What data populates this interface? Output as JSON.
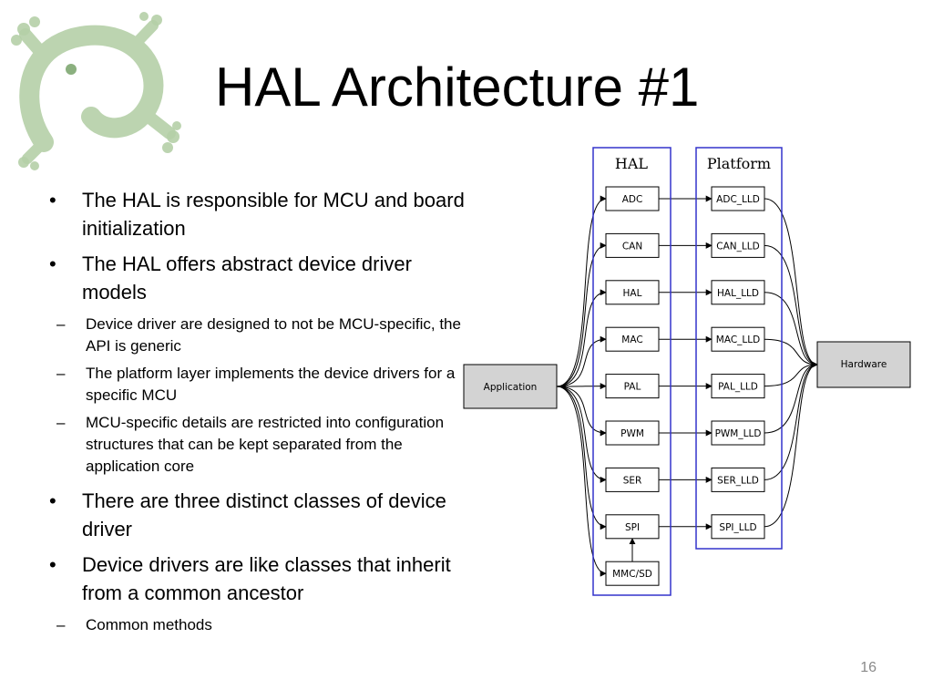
{
  "slide": {
    "title": "HAL Architecture #1",
    "page_number": "16"
  },
  "bullets": {
    "b1": "The HAL is responsible for MCU and board initialization",
    "b2": "The HAL offers abstract device driver models",
    "b2_subs": [
      "Device driver are designed to not be MCU-specific, the API is generic",
      "The platform layer implements the device drivers for a specific MCU",
      "MCU-specific details are restricted into configuration structures that can be kept separated from the application core"
    ],
    "b3": "There are three distinct classes of device driver",
    "b4": "Device drivers are like classes that inherit from a common ancestor",
    "b4_subs": [
      "Common methods"
    ]
  },
  "diagram": {
    "hal_cluster_label": "HAL",
    "platform_cluster_label": "Platform",
    "application_label": "Application",
    "hardware_label": "Hardware",
    "hal_nodes": [
      "ADC",
      "CAN",
      "HAL",
      "MAC",
      "PAL",
      "PWM",
      "SER",
      "SPI",
      "MMC/SD"
    ],
    "platform_nodes": [
      "ADC_LLD",
      "CAN_LLD",
      "HAL_LLD",
      "MAC_LLD",
      "PAL_LLD",
      "PWM_LLD",
      "SER_LLD",
      "SPI_LLD"
    ],
    "colors": {
      "cluster_border": "#3333cc",
      "app_hw_fill": "#d3d3d3",
      "node_border": "#000000"
    }
  },
  "logo": {
    "icon": "gecko-icon",
    "color": "#a8c69a"
  }
}
